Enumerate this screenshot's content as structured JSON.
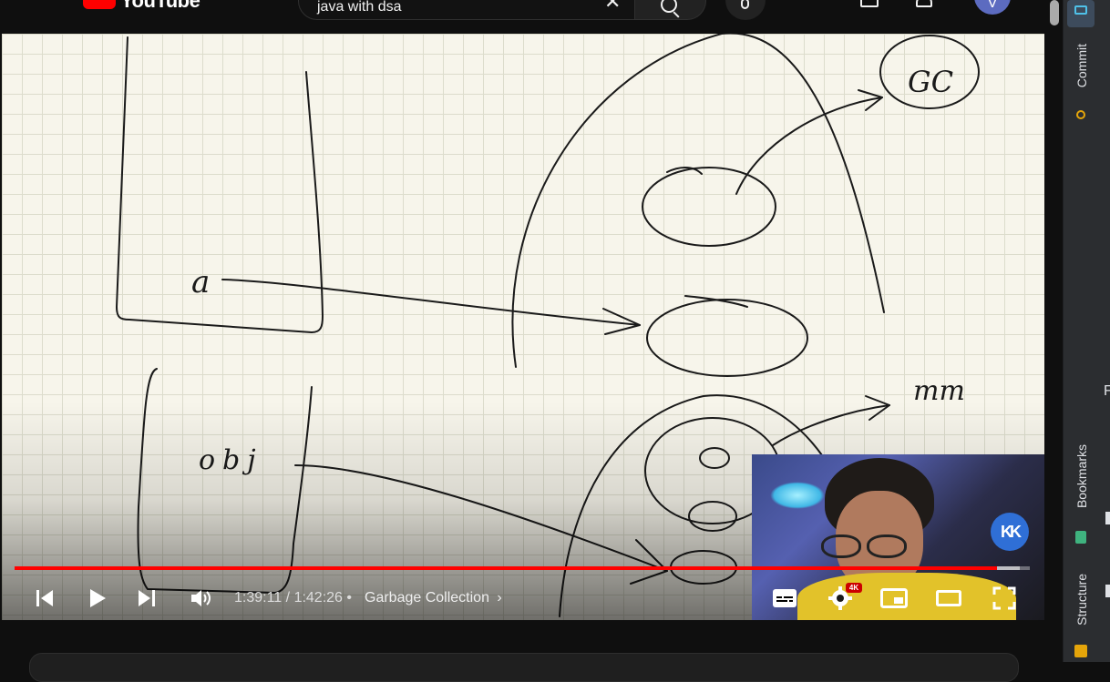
{
  "header": {
    "logo_text": "YouTube",
    "search_value": "java with dsa"
  },
  "player": {
    "current_time": "1:39:11",
    "duration": "1:42:26",
    "time_separator": "/",
    "chapter_separator": "•",
    "chapter": "Garbage Collection",
    "progress_played": 0.968,
    "progress_loaded": 0.99,
    "quality_badge": "4K",
    "creator_logo": "KK",
    "whiteboard_text": {
      "a": "a",
      "obj": "obj",
      "gc": "GC",
      "mm": "mm"
    }
  },
  "ide": {
    "commit_label": "Commit",
    "bookmarks_label": "Bookmarks",
    "structure_label": "Structure",
    "edge_letter": "F"
  },
  "colors": {
    "accent_red": "#ff0000",
    "whiteboard": "#f7f5eb",
    "ink": "#1a1a1a"
  }
}
